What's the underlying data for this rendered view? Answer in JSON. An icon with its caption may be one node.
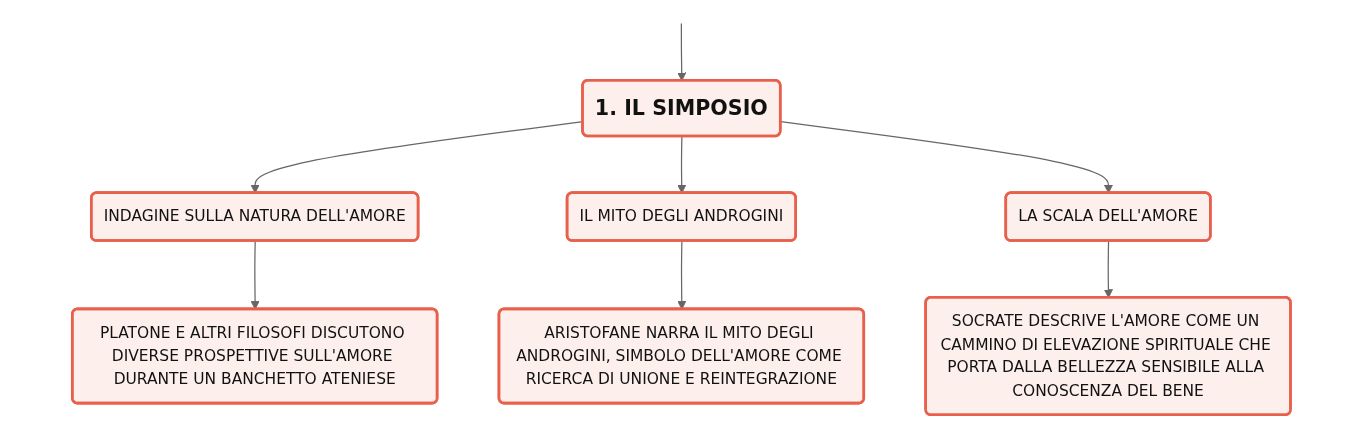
{
  "diagram": {
    "nodes": [
      {
        "text": [
          "1. IL SIMPOSIO"
        ]
      },
      {
        "text": [
          "INDAGINE SULLA NATURA DELL'AMORE"
        ]
      },
      {
        "text": [
          "IL MITO DEGLI ANDROGINI"
        ]
      },
      {
        "text": [
          "LA SCALA DELL'AMORE"
        ]
      },
      {
        "text": [
          "PLATONE E ALTRI FILOSOFI DISCUTONO DIVERSE PROSPETTIVE SULL'AMORE DURANTE UN BANCHETTO ATENIESE"
        ]
      },
      {
        "text": [
          "ARISTOFANE NARRA IL MITO DEGLI ANDROGINI, SIMBOLO DELL'AMORE COME RICERCA DI UNIONE E REINTEGRAZIONE"
        ]
      },
      {
        "text": [
          "SOCRATE DESCRIVE L'AMORE COME UN CAMMINO DI ELEVAZIONE SPIRITUALE CHE PORTA DALLA BELLEZZA SENSIBILE ALLA CONOSCENZA DEL BENE"
        ]
      }
    ],
    "edges": [
      {
        "from": null,
        "to": 0,
        "arrow": "to"
      },
      {
        "from": 0,
        "to": 1,
        "arrow": "to"
      },
      {
        "from": 0,
        "to": 2,
        "arrow": "to"
      },
      {
        "from": 0,
        "to": 3,
        "arrow": "to"
      },
      {
        "from": 1,
        "to": 4,
        "arrow": "to"
      },
      {
        "from": 2,
        "to": 5,
        "arrow": "to"
      },
      {
        "from": 3,
        "to": 6,
        "arrow": "to"
      }
    ]
  }
}
